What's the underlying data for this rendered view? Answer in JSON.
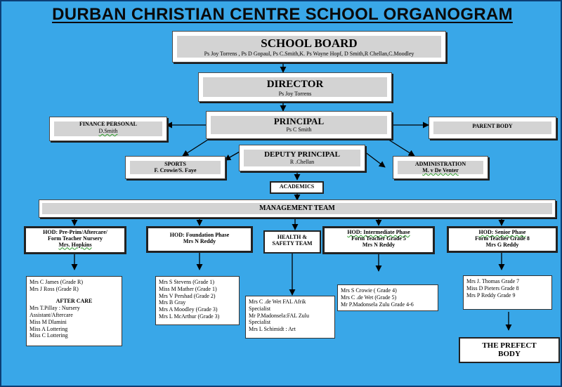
{
  "title": "DURBAN CHRISTIAN CENTRE SCHOOL ORGANOGRAM",
  "school_board": {
    "title": "SCHOOL BOARD",
    "members": "Ps Joy Torrens , Ps D Gopaul, Ps C.Smith,K. Ps Wayne Hopf, D Smith,R Chellan,C.Moodley"
  },
  "director": {
    "title": "DIRECTOR",
    "name": "Ps Joy Torrens"
  },
  "principal": {
    "title": "PRINCIPAL",
    "name": "Ps C Smith"
  },
  "finance": {
    "title": "FINANCE PERSONAL",
    "name": "D.Smith"
  },
  "parent_body": {
    "title": "PARENT BODY"
  },
  "deputy_principal": {
    "title": "DEPUTY PRINCIPAL",
    "name": "R .Chellan"
  },
  "sports": {
    "title": "SPORTS",
    "name": "F. Crowie/S. Faye"
  },
  "administration": {
    "title": "ADMINISTRATION",
    "name": "M. v De Venter"
  },
  "academics": {
    "title": "ACADEMICS"
  },
  "management_team": {
    "title": "MANAGEMENT TEAM"
  },
  "hod_preprim": {
    "line1": "HOD: Pre-Prim/Aftercare/",
    "line2": "Form Teacher Nursery",
    "name": "Mrs. Hopkins"
  },
  "hod_foundation": {
    "line1": "HOD: Foundation Phase",
    "name": "Mrs N Reddy"
  },
  "health_safety": {
    "line1": "HEALTH &",
    "line2": "SAFETY TEAM"
  },
  "hod_intermediate": {
    "line1": "HOD: Intermediate  Phase",
    "line2": "Form Teacher Grade 5",
    "name": "Mrs N Reddy"
  },
  "hod_senior": {
    "line1": "HOD: Senior  Phase",
    "line2": "Form Teacher Grade 8",
    "name": "Mrs G Reddy"
  },
  "preprim_staff": {
    "teachers": [
      "Mrs C James (Grade R)",
      "Mrs J Ross (Grade R)"
    ],
    "aftercare_heading": "AFTER CARE",
    "aftercare": [
      "Mrs T.Pillay : Nursery",
      "Assistant/Aftercare",
      "Miss M Dlamini",
      "Miss A Lottering",
      "Miss C Lottering"
    ]
  },
  "foundation_staff": [
    "Mrs S Stevens (Grade 1)",
    "Miss M Mather (Grade 1)",
    "Mrs V Pershad (Grade 2)",
    "Mrs B Gray",
    "Mrs A Moodley (Grade 3)",
    "Mrs L McArthur (Grade 3)"
  ],
  "health_staff": [
    "Mrs C .de Wet  FAL Afrik",
    "Specialist",
    "Mr P.Madonsela:FAL Zulu",
    "Specialist",
    "Mrs L Schimidt : Art"
  ],
  "intermediate_staff": [
    "Mrs S Crowie ( Grade 4)",
    "Mrs C .de Wet  (Grade 5)",
    "Mr P.Madonsela Zulu Grade 4-6"
  ],
  "senior_staff": [
    "Mrs J. Thomas Grade 7",
    "Miss D Pieters Grade 8",
    "Mrs P Reddy Grade 9"
  ],
  "prefect_body": {
    "line1": "THE PREFECT",
    "line2": "BODY"
  }
}
